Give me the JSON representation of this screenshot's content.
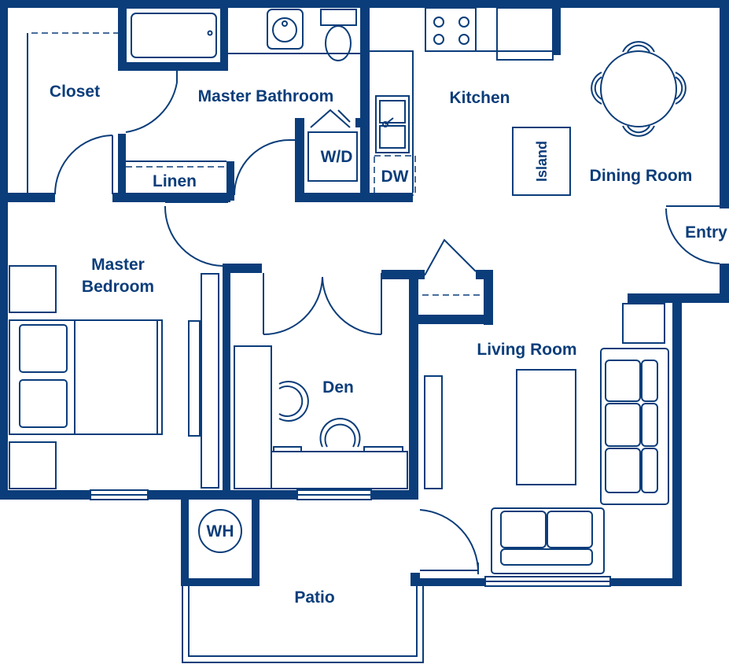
{
  "colors": {
    "wall": "#0b3d7a",
    "background": "#ffffff"
  },
  "rooms": {
    "closet": "Closet",
    "master_bathroom": "Master Bathroom",
    "kitchen": "Kitchen",
    "dining_room": "Dining Room",
    "linen": "Linen",
    "master_bedroom_line1": "Master",
    "master_bedroom_line2": "Bedroom",
    "entry": "Entry",
    "den": "Den",
    "living_room": "Living Room",
    "patio": "Patio"
  },
  "fixtures": {
    "washer_dryer": "W/D",
    "dishwasher": "DW",
    "island": "Island",
    "water_heater": "WH"
  }
}
